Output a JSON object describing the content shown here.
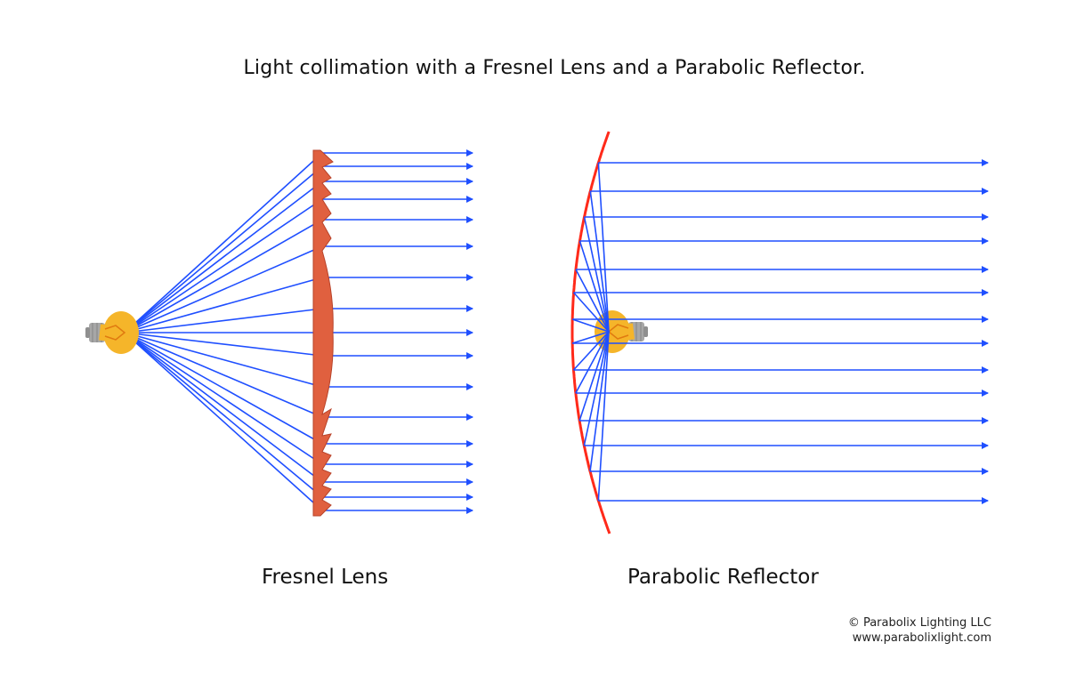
{
  "title": "Light collimation with a Fresnel Lens and a Parabolic Reflector.",
  "captions": {
    "fresnel": "Fresnel Lens",
    "parabolic": "Parabolic Reflector"
  },
  "credit": {
    "line1": "© Parabolix Lighting LLC",
    "line2": "www.parabolixlight.com"
  },
  "colors": {
    "ray": "#1f4fff",
    "lens": "#e0603f",
    "lens_outline": "#b8432a",
    "reflector": "#ff2a1a",
    "bulb": "#f5b52a",
    "bulb_base": "#a7a7a7"
  },
  "icons": [
    "light-bulb-icon",
    "light-bulb-icon"
  ]
}
